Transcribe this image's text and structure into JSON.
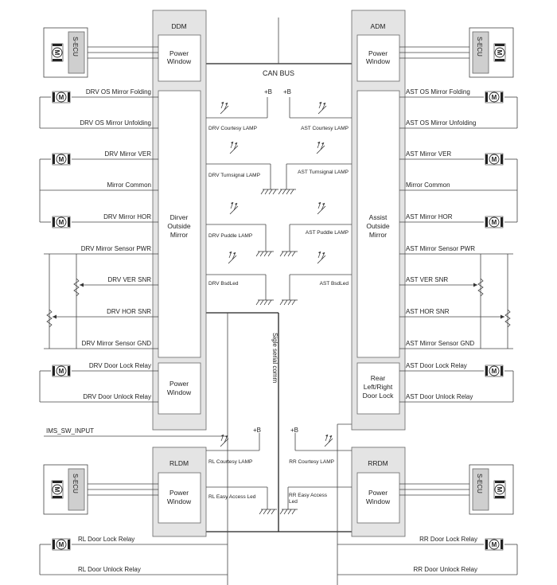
{
  "modules": {
    "ddm": {
      "title": "DDM",
      "power_window": [
        "Power",
        "Window"
      ],
      "mirror": [
        "Dirver",
        "Outside",
        "Mirror"
      ],
      "power_window2": [
        "Power",
        "Window"
      ]
    },
    "adm": {
      "title": "ADM",
      "power_window": [
        "Power",
        "Window"
      ],
      "mirror": [
        "Assist",
        "Outside",
        "Mirror"
      ],
      "door_lock": [
        "Rear",
        "Left/Right",
        "Door Lock"
      ]
    },
    "rldm": {
      "title": "RLDM",
      "power_window": [
        "Power",
        "Window"
      ]
    },
    "rrdm": {
      "title": "RRDM",
      "power_window": [
        "Power",
        "Window"
      ]
    }
  },
  "bus": {
    "can": "CAN BUS",
    "serial": "Sigle serial comm"
  },
  "ecu_label": "S-ECU",
  "motor_label": "M",
  "supply_label": "+B",
  "ims_input": "IMS_SW_INPUT",
  "left_labels": {
    "mirror_folding": "DRV OS Mirror Folding",
    "mirror_unfolding": "DRV OS Mirror Unfolding",
    "mirror_ver": "DRV Mirror VER",
    "mirror_common": "Mirror Common",
    "mirror_hor": "DRV Mirror HOR",
    "sensor_pwr": "DRV Mirror Sensor PWR",
    "ver_snr": "DRV VER SNR",
    "hor_snr": "DRV HOR SNR",
    "sensor_gnd": "DRV Mirror Sensor GND",
    "lock_relay": "DRV Door Lock Relay",
    "unlock_relay": "DRV Door Unlock Relay",
    "rl_lock": "RL Door Lock Relay",
    "rl_unlock": "RL Door Unlock Relay"
  },
  "right_labels": {
    "mirror_folding": "AST OS Mirror Folding",
    "mirror_unfolding": "AST OS Mirror Unfolding",
    "mirror_ver": "AST Mirror VER",
    "mirror_common": "Mirror Common",
    "mirror_hor": "AST Mirror HOR",
    "sensor_pwr": "AST Mirror Sensor PWR",
    "ver_snr": "AST VER SNR",
    "hor_snr": "AST HOR SNR",
    "sensor_gnd": "AST Mirror Sensor GND",
    "lock_relay": "AST Door Lock Relay",
    "unlock_relay": "AST Door Unlock Relay",
    "rr_lock": "RR Door Lock Relay",
    "rr_unlock": "RR Door Unlock Relay"
  },
  "lamps": {
    "drv_courtesy": "DRV Courtesy LAMP",
    "ast_courtesy": "AST Courtesy LAMP",
    "drv_turn": "DRV Turnsignal LAMP",
    "ast_turn": "AST Turnsignal LAMP",
    "drv_puddle": "DRV Puddle LAMP",
    "ast_puddle": "AST Puddle LAMP",
    "drv_bsd": "DRV BsdLed",
    "ast_bsd": "AST BsdLed",
    "rl_courtesy": "RL Courtesy LAMP",
    "rr_courtesy": "RR Courtesy LAMP",
    "rl_easy": "RL Easy Access Led",
    "rr_easy": [
      "RR Easy Access",
      "Led"
    ]
  }
}
